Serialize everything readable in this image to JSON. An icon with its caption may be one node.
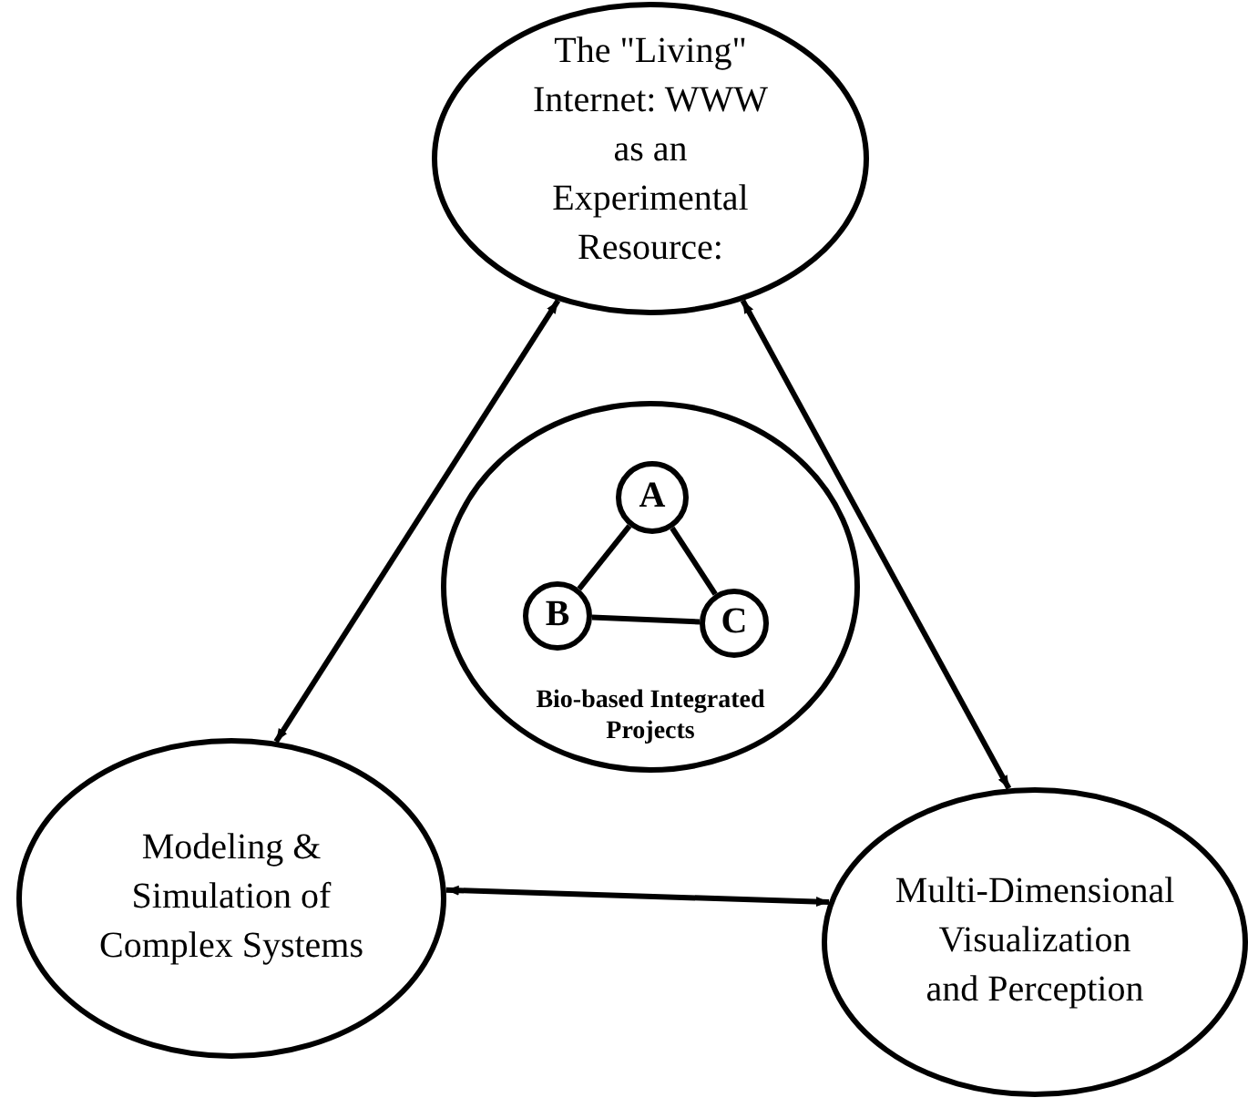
{
  "diagram": {
    "nodes": [
      {
        "text": [
          "The \"Living\" Internet: WWW as an Experimental Resource:"
        ]
      },
      {
        "text": [
          "Modeling & Simulation of Complex Systems"
        ]
      },
      {
        "text": [
          "Multi-Dimensional Visualization and Perception"
        ]
      },
      {
        "text": [
          "Bio-based Integrated Projects"
        ]
      },
      {
        "text": [
          "A"
        ],
        "in": 3
      },
      {
        "text": [
          "B"
        ],
        "in": 3
      },
      {
        "text": [
          "C"
        ],
        "in": 3
      }
    ],
    "edges": [
      {
        "from": 0,
        "to": 1,
        "arrow": "both"
      },
      {
        "from": 0,
        "to": 2,
        "arrow": "both"
      },
      {
        "from": 1,
        "to": 2,
        "arrow": "both"
      },
      {
        "from": 4,
        "to": 5,
        "arrow": "none"
      },
      {
        "from": 4,
        "to": 6,
        "arrow": "none"
      },
      {
        "from": 5,
        "to": 6,
        "arrow": "none"
      }
    ]
  }
}
